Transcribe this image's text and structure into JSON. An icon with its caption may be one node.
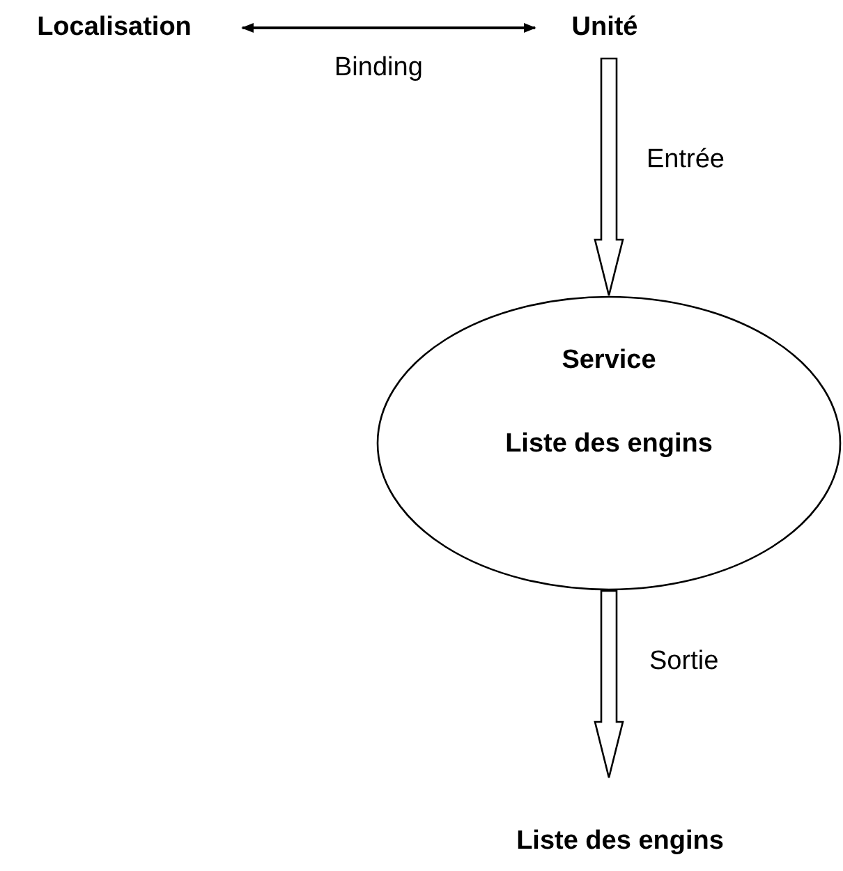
{
  "diagram": {
    "nodes": [
      {
        "text": [
          "Localisation"
        ]
      },
      {
        "text": [
          "Unité"
        ]
      },
      {
        "text": [
          "Service",
          "Liste des engins"
        ]
      },
      {
        "text": [
          "Liste des engins"
        ]
      }
    ],
    "edges": [
      {
        "from": 0,
        "to": 1,
        "arrow": "both",
        "label": "Binding"
      },
      {
        "from": 1,
        "to": 2,
        "arrow": "to",
        "label": "Entrée",
        "style": "thick"
      },
      {
        "from": 2,
        "to": 3,
        "arrow": "to",
        "label": "Sortie",
        "style": "thick"
      }
    ]
  }
}
